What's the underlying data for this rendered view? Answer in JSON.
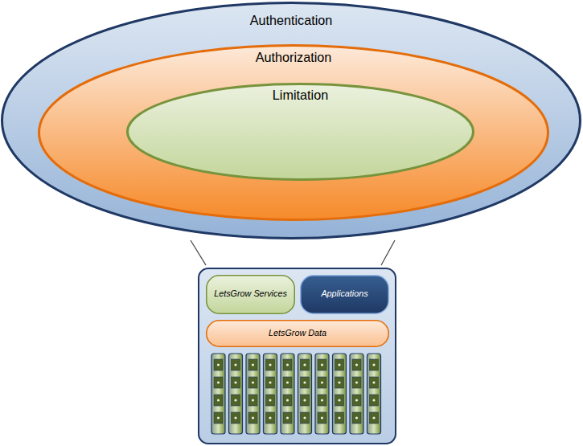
{
  "diagram": {
    "nodes": [
      {
        "text": [
          "Authentication"
        ]
      },
      {
        "text": [
          "Authorization"
        ],
        "in": 0
      },
      {
        "text": [
          "Limitation"
        ],
        "in": 1
      },
      {
        "text": [
          "LetsGrow Services"
        ]
      },
      {
        "text": [
          "Applications"
        ]
      },
      {
        "text": [
          "LetsGrow Data"
        ]
      }
    ]
  }
}
